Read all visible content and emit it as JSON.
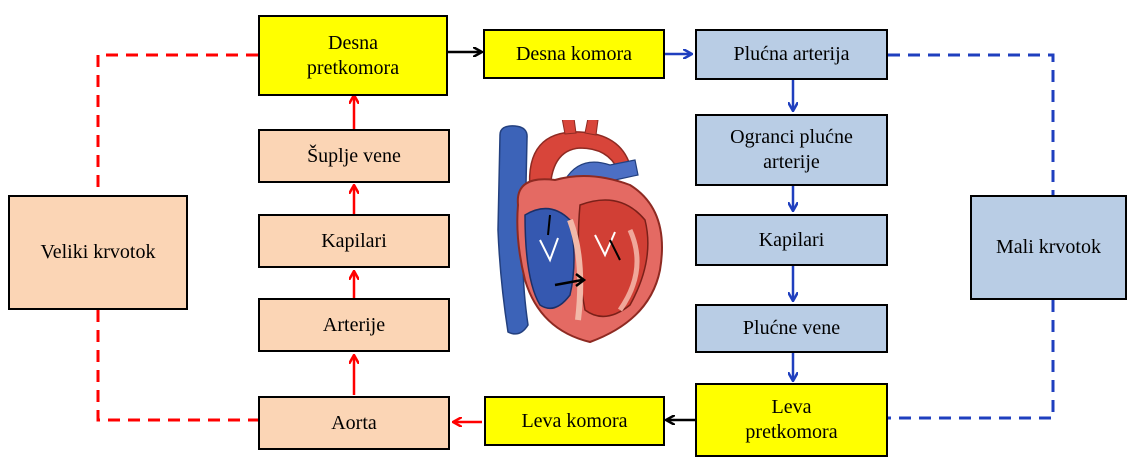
{
  "boxes": {
    "desna_pretkomora": "Desna\npretkomora",
    "desna_komora": "Desna komora",
    "plucna_arterija": "Plućna arterija",
    "ogranci": "Ogranci plućne\narterije",
    "kapilari_right": "Kapilari",
    "plucne_vene": "Plućne vene",
    "leva_pretkomora": "Leva\npretkomora",
    "leva_komora": "Leva komora",
    "aorta": "Aorta",
    "arterije": "Arterije",
    "kapilari_left": "Kapilari",
    "suplje_vene": "Šuplje vene",
    "veliki": "Veliki krvotok",
    "mali": "Mali krvotok"
  },
  "colors": {
    "yellow": "#ffff00",
    "peach": "#fbd5b5",
    "blue_box": "#b9cde5",
    "red_arrow": "#ff0000",
    "blue_arrow": "#1f3fbf",
    "black_arrow": "#000000"
  },
  "icons": {
    "heart": "heart-anatomy-icon"
  }
}
